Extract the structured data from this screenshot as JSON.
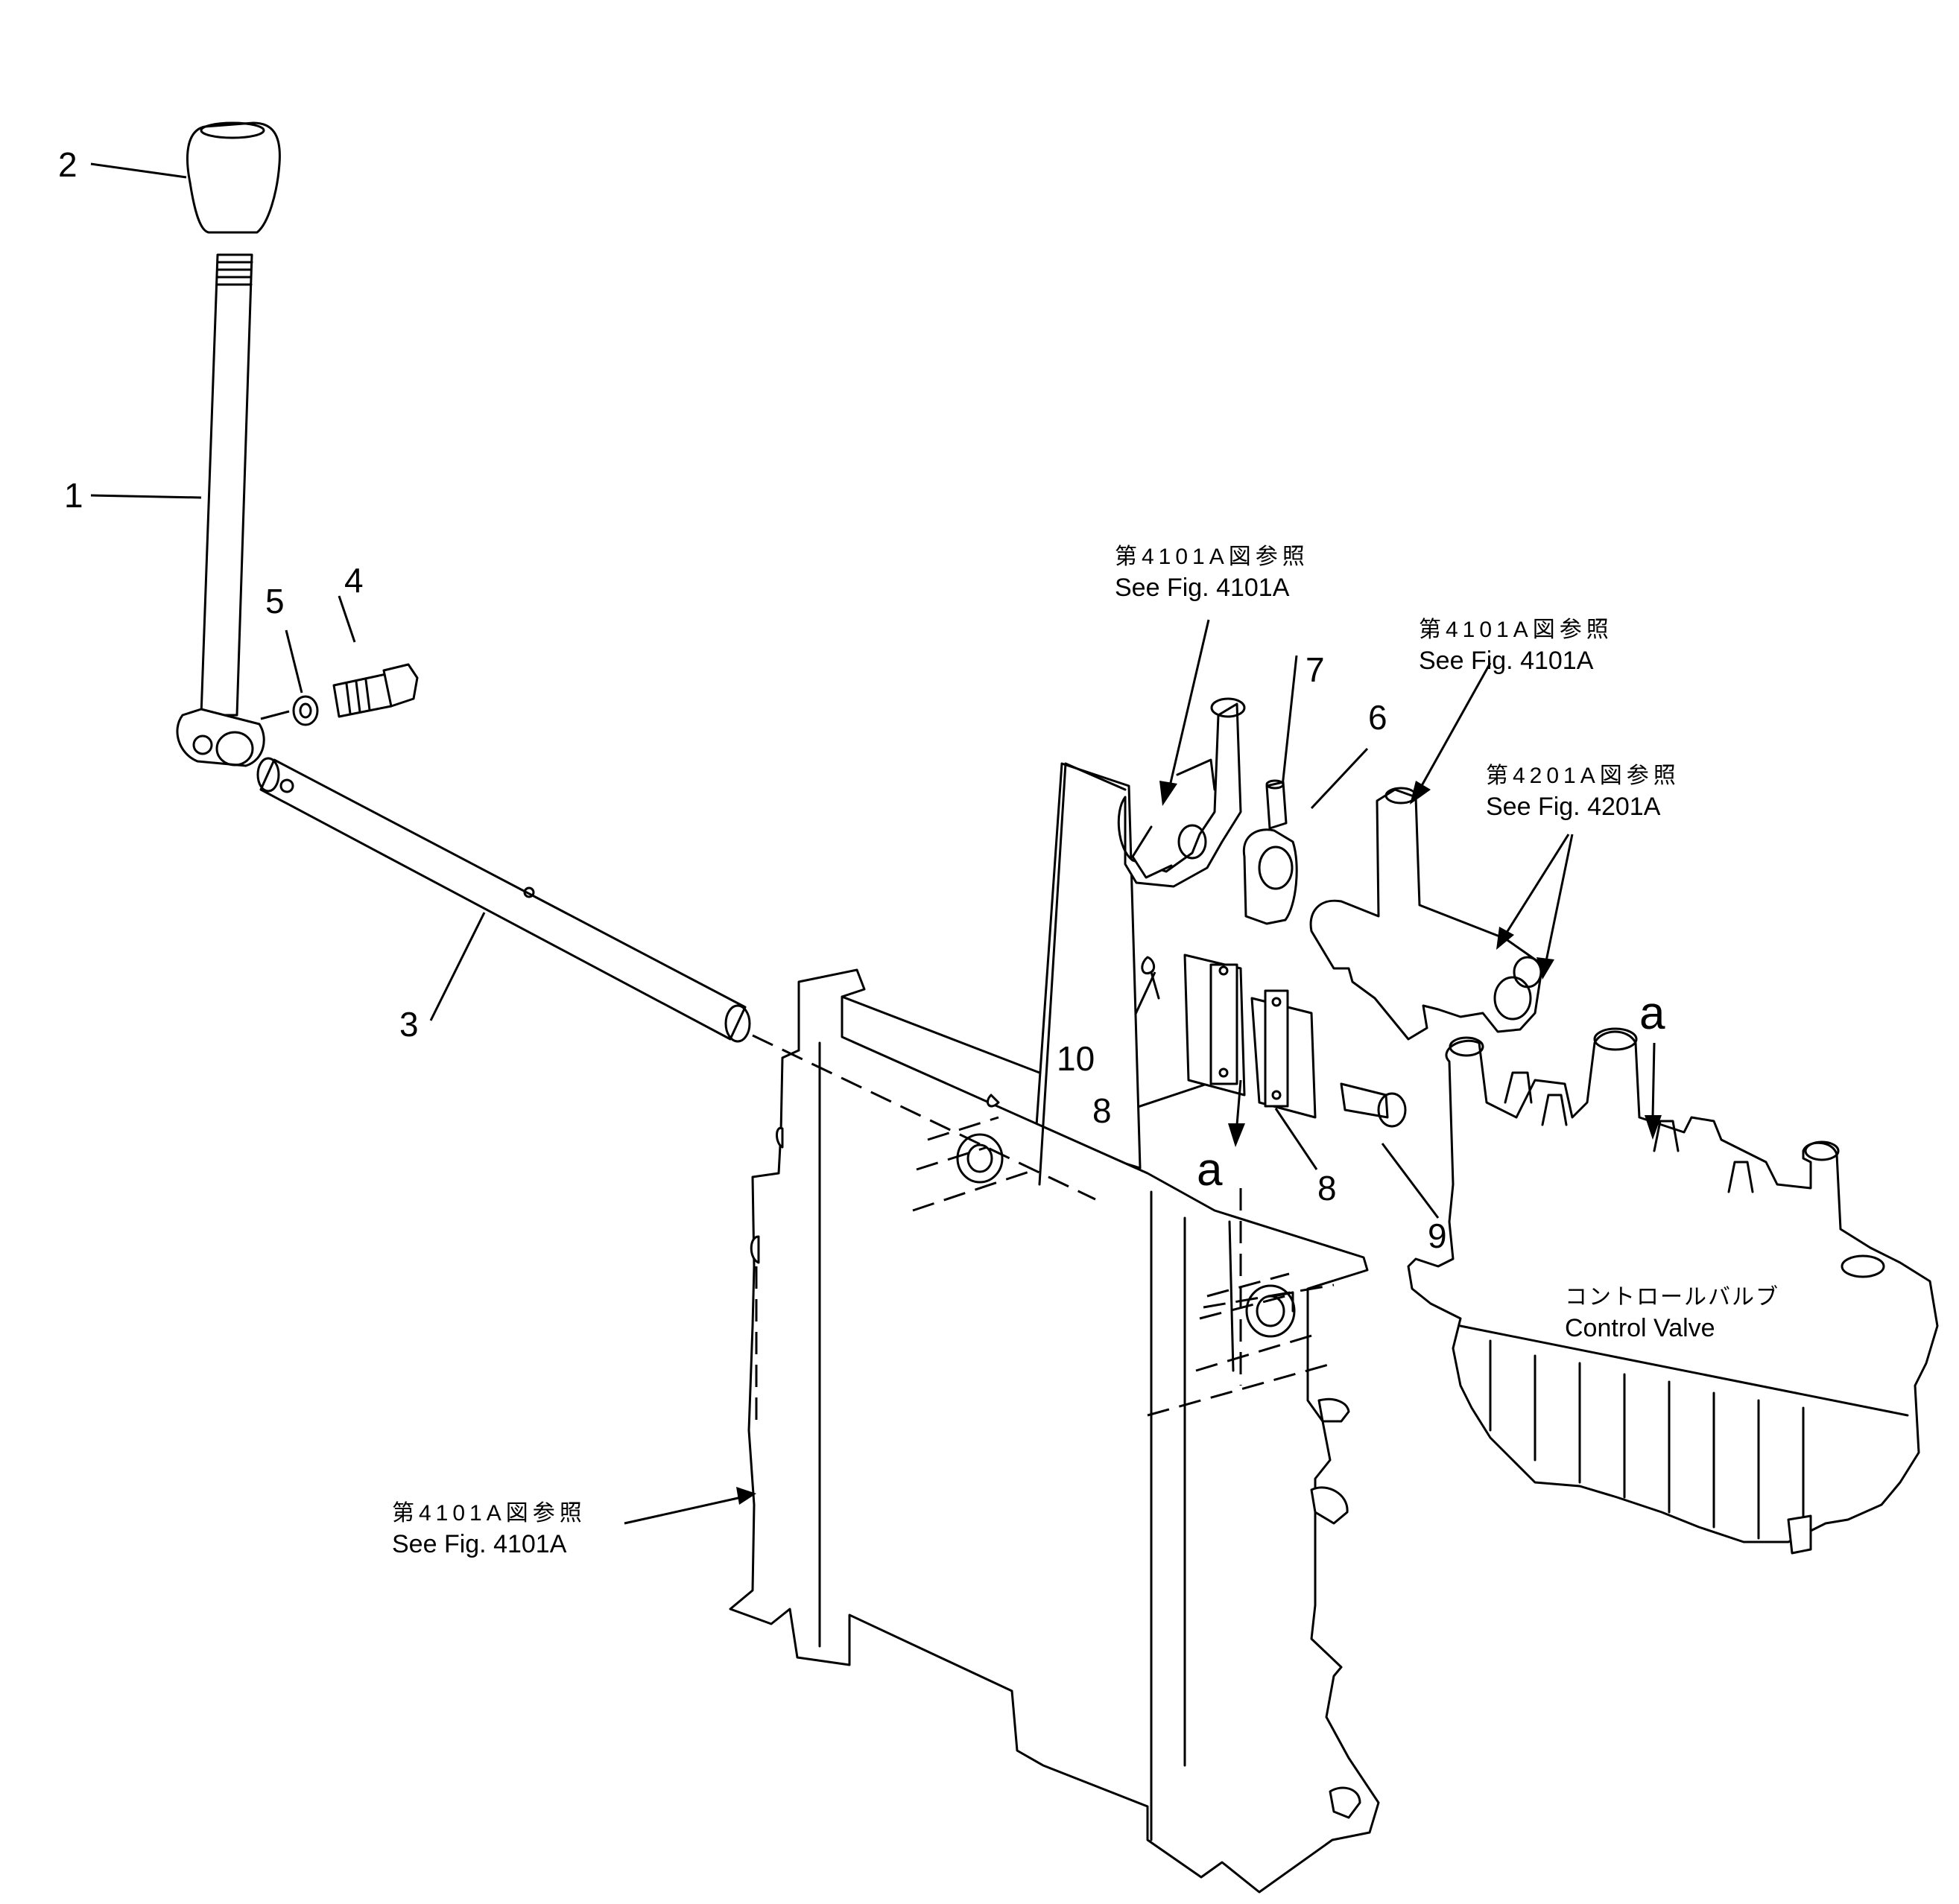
{
  "callouts": {
    "n1": "1",
    "n2": "2",
    "n3": "3",
    "n4": "4",
    "n5": "5",
    "n6": "6",
    "n7": "7",
    "n8a": "8",
    "n8b": "8",
    "n9": "9",
    "n10": "10",
    "a1": "a",
    "a2": "a"
  },
  "references": {
    "top_mid": {
      "jp": "第4101A図参照",
      "en": "See Fig. 4101A"
    },
    "top_right": {
      "jp": "第4101A図参照",
      "en": "See Fig. 4101A"
    },
    "right": {
      "jp": "第4201A図参照",
      "en": "See Fig. 4201A"
    },
    "bottom_left": {
      "jp": "第4101A図参照",
      "en": "See Fig. 4101A"
    }
  },
  "control_valve": {
    "jp": "コントロールバルブ",
    "en": "Control Valve"
  }
}
